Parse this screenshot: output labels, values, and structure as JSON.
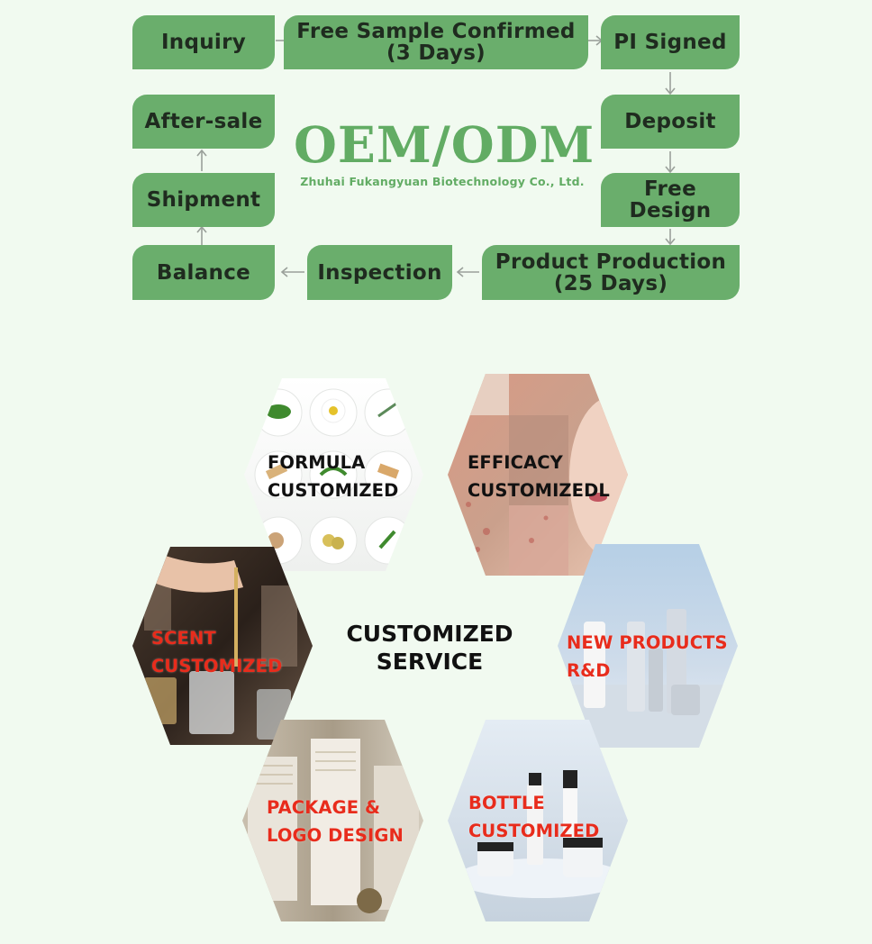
{
  "flow": {
    "steps": [
      {
        "id": "inquiry",
        "label": "Inquiry"
      },
      {
        "id": "sample",
        "label": "Free Sample Confirmed\n(3 Days)"
      },
      {
        "id": "pi",
        "label": "PI Signed"
      },
      {
        "id": "deposit",
        "label": "Deposit"
      },
      {
        "id": "design",
        "label": "Free\nDesign"
      },
      {
        "id": "production",
        "label": "Product Production\n(25 Days)"
      },
      {
        "id": "inspection",
        "label": "Inspection"
      },
      {
        "id": "balance",
        "label": "Balance"
      },
      {
        "id": "shipment",
        "label": "Shipment"
      },
      {
        "id": "aftersale",
        "label": "After-sale"
      }
    ],
    "colors": {
      "box": "#6aae6c",
      "text": "#1f2b1f",
      "arrow": "#9aa09a"
    }
  },
  "brand": {
    "title": "OEM/ODM",
    "company": "Zhuhai Fukangyuan Biotechnology Co., Ltd.",
    "color": "#62ac64"
  },
  "service": {
    "center_title": "CUSTOMIZED\nSERVICE",
    "items": [
      {
        "label": "FORMULA\nCUSTOMIZED",
        "image": "herbs-and-flowers-photo"
      },
      {
        "label": "EFFICACY\nCUSTOMIZEDL",
        "image": "skin-closeup-photo"
      },
      {
        "label": "SCENT\nCUSTOMIZED",
        "image": "perfume-lab-photo"
      },
      {
        "label": "NEW PRODUCTS\nR&D",
        "image": "cosmetic-bottles-photo"
      },
      {
        "label": "PACKAGE &\nLOGO DESIGN",
        "image": "packaging-boxes-photo"
      },
      {
        "label": "BOTTLE\nCUSTOMIZED",
        "image": "cream-jars-photo"
      }
    ],
    "colors": {
      "label_red": "#e82c1c",
      "label_dark": "#111111"
    }
  }
}
